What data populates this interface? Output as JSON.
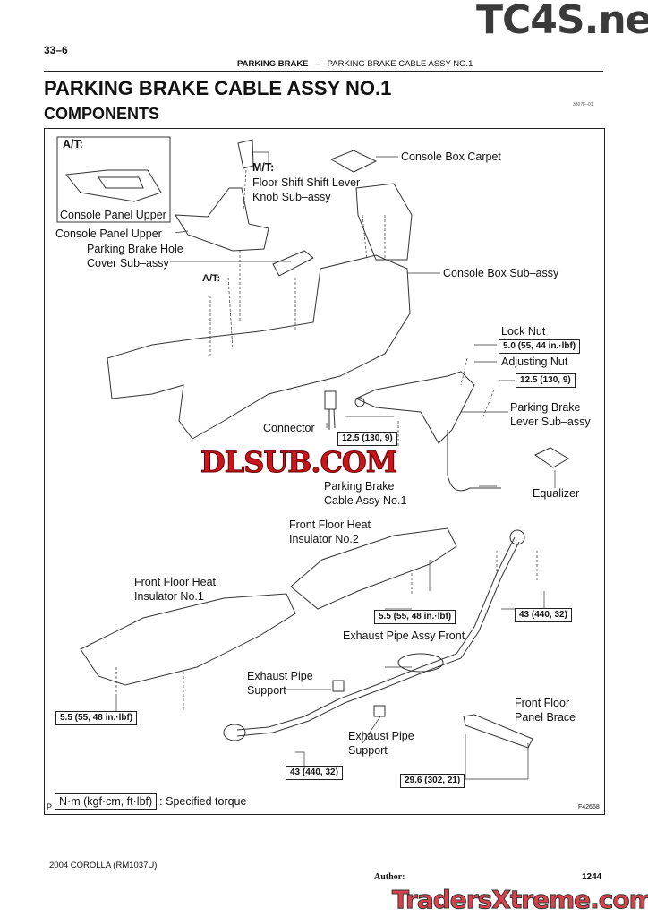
{
  "header": {
    "page_number": "33–6",
    "section": "PARKING BRAKE",
    "separator": "–",
    "subsection": "PARKING BRAKE CABLE ASSY NO.1"
  },
  "title": "PARKING BRAKE CABLE ASSY NO.1",
  "subtitle": "COMPONENTS",
  "ref_code": "3307F–01",
  "figure": {
    "inset_label": "A/T:",
    "inset_part": "Console Panel Upper",
    "labels": {
      "mt": "M/T:",
      "shift_knob_1": "Floor Shift Shift Lever",
      "shift_knob_2": "Knob Sub–assy",
      "console_box_carpet": "Console Box Carpet",
      "console_panel_upper": "Console Panel Upper",
      "hole_cover_1": "Parking Brake Hole",
      "hole_cover_2": "Cover Sub–assy",
      "at": "A/T:",
      "console_box": "Console Box Sub–assy",
      "lock_nut": "Lock Nut",
      "adjusting_nut": "Adjusting Nut",
      "lever_1": "Parking Brake",
      "lever_2": "Lever Sub–assy",
      "connector": "Connector",
      "cable_1": "Parking Brake",
      "cable_2": "Cable Assy No.1",
      "equalizer": "Equalizer",
      "insulator2_1": "Front Floor Heat",
      "insulator2_2": "Insulator No.2",
      "insulator1_1": "Front Floor Heat",
      "insulator1_2": "Insulator No.1",
      "exhaust_front": "Exhaust Pipe Assy Front",
      "support_a_1": "Exhaust Pipe",
      "support_a_2": "Support",
      "support_b_1": "Exhaust Pipe",
      "support_b_2": "Support",
      "brace_1": "Front Floor",
      "brace_2": "Panel Brace"
    },
    "torques": {
      "lock_nut": "5.0 (55, 44 in.·lbf)",
      "lever_bolt": "12.5 (130, 9)",
      "lever_bolt_2": "12.5 (130, 9)",
      "insulator2": "5.5 (55, 48 in.·lbf)",
      "exhaust_rear": "43 (440, 32)",
      "insulator1": "5.5 (55, 48 in.·lbf)",
      "exhaust_front": "43 (440, 32)",
      "brace": "29.6 (302, 21)"
    },
    "legend_unit": "N·m (kgf·cm, ft·lbf)",
    "legend_text": ": Specified torque",
    "corner_mark": "P",
    "figure_code": "F42668"
  },
  "footer": {
    "model": "2004 COROLLA   (RM1037U)",
    "author": "Author:",
    "page": "1244"
  },
  "watermarks": {
    "top": "TC4S.net",
    "middle": "DLSUB.COM",
    "bottom": "TradersXtreme.com"
  }
}
